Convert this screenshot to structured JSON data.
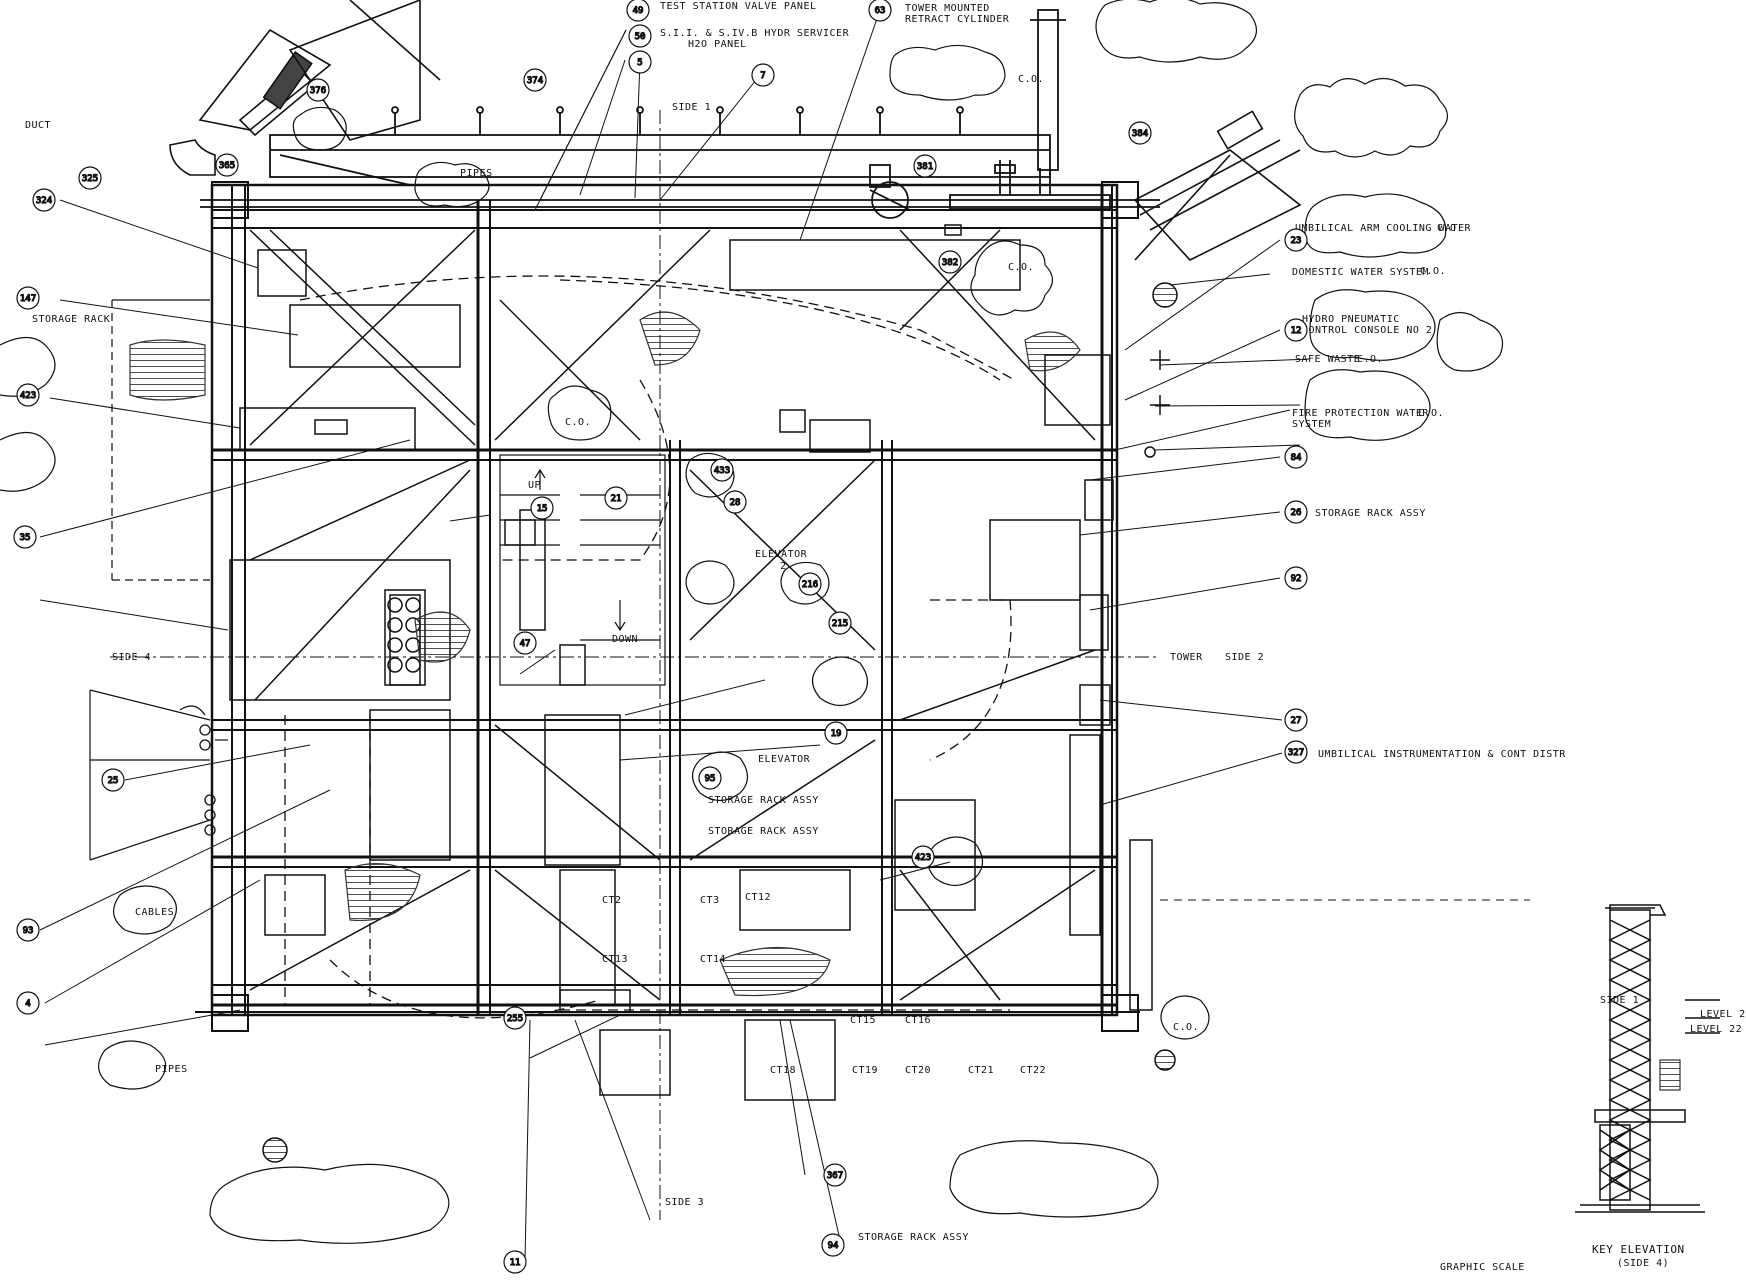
{
  "drawing": {
    "labels": {
      "test_station": "TEST STATION VALVE PANEL",
      "hydr_servicer": "S.I.I. & S.IV.B HYDR SERVICER",
      "h2o_panel": "H2O PANEL",
      "tower_mounted": "TOWER MOUNTED",
      "retract_cylinder": "RETRACT CYLINDER",
      "side_1": "SIDE 1",
      "side_2": "SIDE 2",
      "side_3": "SIDE 3",
      "side_4": "SIDE 4",
      "tower": "TOWER",
      "umbilical_cooling": "UMBILICAL ARM COOLING WATER",
      "domestic_water": "DOMESTIC WATER SYSTEM",
      "hydro_pneumatic_1": "HYDRO PNEUMATIC",
      "hydro_pneumatic_2": "CONTROL CONSOLE NO 2",
      "safe_waste": "SAFE WASTE",
      "fire_protection_1": "FIRE PROTECTION WATER",
      "fire_protection_2": "SYSTEM",
      "storage_rack_92": "STORAGE RACK ASSY",
      "umbilical_instr": "UMBILICAL INSTRUMENTATION & CONT DISTR",
      "elevator_2": "ELEVATOR",
      "elevator_2_num": "2",
      "elevator": "ELEVATOR",
      "storage_rack_93": "STORAGE RACK ASSY",
      "storage_rack_95": "STORAGE RACK ASSY",
      "storage_rack_94": "STORAGE RACK ASSY",
      "up": "UP",
      "down": "DOWN",
      "co": "C.O.",
      "pipes": "PIPES",
      "cables": "CABLES",
      "key_elevation": "KEY ELEVATION",
      "key_side4": "(SIDE 4)",
      "graphic_scale": "GRAPHIC SCALE",
      "level_a": "LEVEL 2",
      "level_b": "LEVEL 22",
      "side_1_key": "SIDE 1",
      "ct2": "CT2",
      "ct3": "CT3",
      "ct12": "CT12",
      "ct13": "CT13",
      "ct14": "CT14",
      "ct15": "CT15",
      "ct16": "CT16",
      "ct18": "CT18",
      "ct19": "CT19",
      "ct20": "CT20",
      "ct21": "CT21",
      "ct22": "CT22",
      "duct": "DUCT",
      "storage_rack_left": "STORAGE RACK"
    },
    "callouts": [
      "49",
      "50",
      "63",
      "5",
      "7",
      "374",
      "376",
      "381",
      "382",
      "384",
      "324",
      "325",
      "147",
      "423",
      "35",
      "25",
      "93",
      "4",
      "23",
      "12",
      "84",
      "26",
      "92",
      "27",
      "327",
      "433",
      "216",
      "215",
      "21",
      "28",
      "15",
      "47",
      "255",
      "19",
      "95",
      "367",
      "94",
      "11",
      "365",
      "423b"
    ]
  }
}
